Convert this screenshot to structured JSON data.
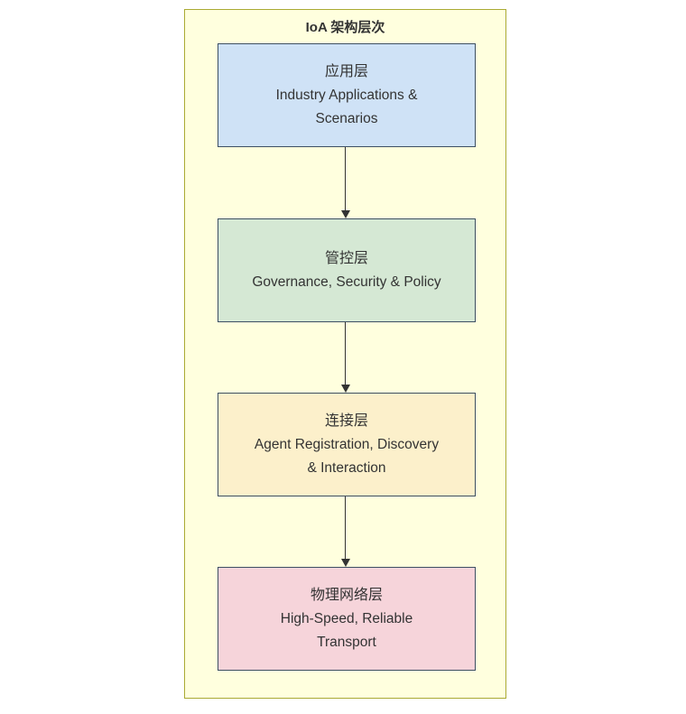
{
  "diagram": {
    "title": "IoA 架构层次",
    "container_fill": "#ffffde",
    "container_border": "#aaaa33",
    "arrow_color": "#333333",
    "text_color": "#333333",
    "nodes": [
      {
        "name": "application-layer",
        "zh": "应用层",
        "en": "Industry Applications & Scenarios",
        "fill": "#cfe2f6",
        "border": "#3d4f63"
      },
      {
        "name": "governance-layer",
        "zh": "管控层",
        "en": "Governance, Security & Policy",
        "fill": "#d5e8d4",
        "border": "#3d4f63"
      },
      {
        "name": "connection-layer",
        "zh": "连接层",
        "en": "Agent Registration, Discovery & Interaction",
        "fill": "#fcf0cb",
        "border": "#3d4f63"
      },
      {
        "name": "physical-network-layer",
        "zh": "物理网络层",
        "en": "High-Speed, Reliable Transport",
        "fill": "#f6d4da",
        "border": "#3d4f63"
      }
    ]
  }
}
